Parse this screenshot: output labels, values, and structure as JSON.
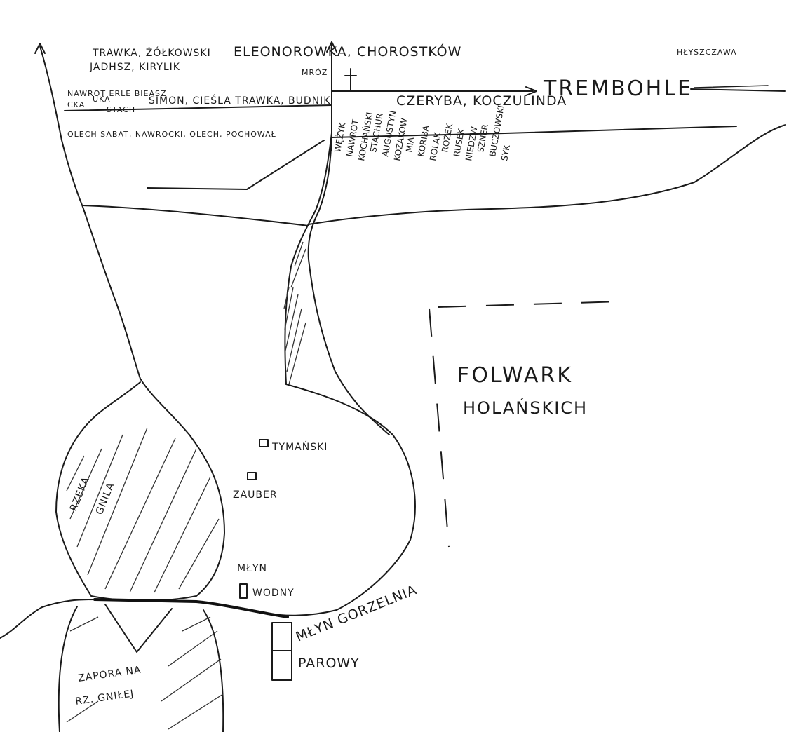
{
  "map": {
    "north_labels": {
      "families_top_row": "TRAWKA, ŻÓŁKOWSKI",
      "eleonorowka": "ELEONOROWKA, CHOROSTKÓW",
      "jadhsz": "JADHSZ, KIRYLIK",
      "hlyszczawa": "HŁYSZCZAWA",
      "mroz": "MRÓZ",
      "row_nawrot": "NAWROT ERLE BIEASZ",
      "row_cka": "CKA",
      "row_uka": "UKA",
      "row_stach": "STACH",
      "row_simon": "SIMON, CIEŚLA TRAWKA, BUDNIK",
      "row_olech": "OLECH SABAT, NAWROCKI, OLECH, POCHOWAŁ",
      "czeryba": "CZERYBA, KOCZULINDA",
      "trembowla": "TREMBOHLE"
    },
    "vertical_names": [
      "WĘŻYK",
      "NAWROT",
      "KOCHAŃSKI",
      "STACHUR",
      "AUGUSTYN",
      "KOZAKOW",
      "MIA",
      "KORIBA",
      "ROLAK",
      "ROŻEK",
      "RUSEK",
      "NIEDZW",
      "SZNER",
      "BUCZOWSKI",
      "SYK"
    ],
    "folwark": {
      "line1": "FOLWARK",
      "line2": "HOLAŃSKICH"
    },
    "river": {
      "line1": "RZEKA",
      "line2": "GNILA"
    },
    "houses": {
      "tymanski": "TYMAŃSKI",
      "zauber": "ZAUBER"
    },
    "mill_water": {
      "line1": "MŁYN",
      "line2": "WODNY"
    },
    "distillery": "MŁYN GORZELNIA",
    "steam": "PAROWY",
    "dam": {
      "line1": "ZAPORA NA",
      "line2": "RZ. GNIŁEJ"
    },
    "icons": [
      "north-arrow-icon",
      "cross-icon",
      "house-icon",
      "mill-icon"
    ],
    "ink_color": "#1a1a1a",
    "paper_color": "#ffffff"
  }
}
